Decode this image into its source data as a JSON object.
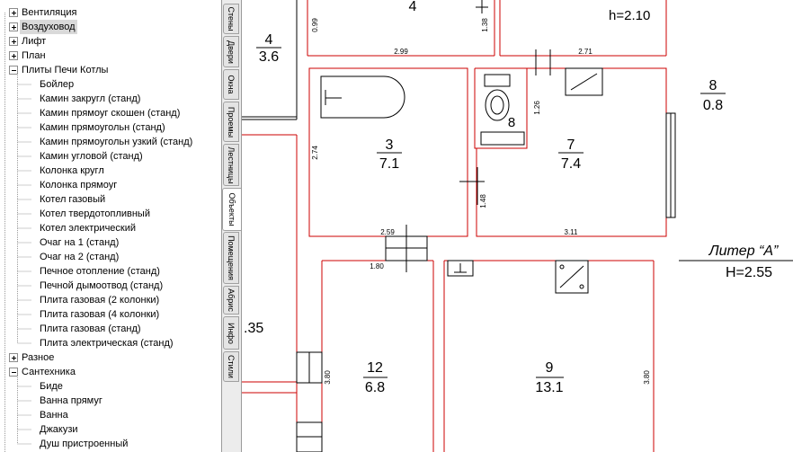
{
  "tree": {
    "items": [
      {
        "label": "Вентиляция",
        "level": 0,
        "expander": "plus"
      },
      {
        "label": "Воздуховод",
        "level": 0,
        "expander": "plus",
        "selected": true
      },
      {
        "label": "Лифт",
        "level": 0,
        "expander": "plus"
      },
      {
        "label": "План",
        "level": 0,
        "expander": "plus"
      },
      {
        "label": "Плиты Печи Котлы",
        "level": 0,
        "expander": "minus"
      },
      {
        "label": "Бойлер",
        "level": 1
      },
      {
        "label": "Камин закругл (станд)",
        "level": 1
      },
      {
        "label": "Камин прямоуг скошен (станд)",
        "level": 1
      },
      {
        "label": "Камин прямоугольн (станд)",
        "level": 1
      },
      {
        "label": "Камин прямоугольн узкий (станд)",
        "level": 1
      },
      {
        "label": "Камин угловой (станд)",
        "level": 1
      },
      {
        "label": "Колонка кругл",
        "level": 1
      },
      {
        "label": "Колонка прямоуг",
        "level": 1
      },
      {
        "label": "Котел газовый",
        "level": 1
      },
      {
        "label": "Котел твердотопливный",
        "level": 1
      },
      {
        "label": "Котел электрический",
        "level": 1
      },
      {
        "label": "Очаг на 1 (станд)",
        "level": 1
      },
      {
        "label": "Очаг на 2 (станд)",
        "level": 1
      },
      {
        "label": "Печное отопление (станд)",
        "level": 1
      },
      {
        "label": "Печной дымоотвод (станд)",
        "level": 1
      },
      {
        "label": "Плита газовая (2 колонки)",
        "level": 1
      },
      {
        "label": "Плита газовая (4 колонки)",
        "level": 1
      },
      {
        "label": "Плита газовая (станд)",
        "level": 1
      },
      {
        "label": "Плита электрическая (станд)",
        "level": 1
      },
      {
        "label": "Разное",
        "level": 0,
        "expander": "plus"
      },
      {
        "label": "Сантехника",
        "level": 0,
        "expander": "minus"
      },
      {
        "label": "Биде",
        "level": 1
      },
      {
        "label": "Ванна прямуг",
        "level": 1
      },
      {
        "label": "Ванна",
        "level": 1
      },
      {
        "label": "Джакузи",
        "level": 1
      },
      {
        "label": "Душ пристроенный",
        "level": 1
      }
    ]
  },
  "tabs": [
    {
      "label": "Стены"
    },
    {
      "label": "Двери"
    },
    {
      "label": "Окна"
    },
    {
      "label": "Проемы"
    },
    {
      "label": "Лестницы"
    },
    {
      "label": "Объекты",
      "active": true
    },
    {
      "label": "Помещения"
    },
    {
      "label": "Абрис"
    },
    {
      "label": "Инфо"
    },
    {
      "label": "Стили"
    }
  ],
  "plan": {
    "rooms": [
      {
        "number": "4",
        "area": "3.6"
      },
      {
        "number": "3",
        "area": "7.1"
      },
      {
        "number": "7",
        "area": "7.4"
      },
      {
        "number": "8",
        "area": "0.8"
      },
      {
        "number": "12",
        "area": "6.8"
      },
      {
        "number": "9",
        "area": "13.1"
      }
    ],
    "top_room_number": "4",
    "small_room_number": "8",
    "height_label": "h=2.10",
    "dimensions": [
      "0.99",
      "1.38",
      "2.99",
      "2.71",
      "2.74",
      "1.26",
      "1.48",
      "2.59",
      "3.11",
      "1.80",
      "3.80",
      "3.80"
    ],
    "partial_label": ".35",
    "liter": {
      "title": "Литер “А”",
      "height": "H=2.55"
    }
  }
}
